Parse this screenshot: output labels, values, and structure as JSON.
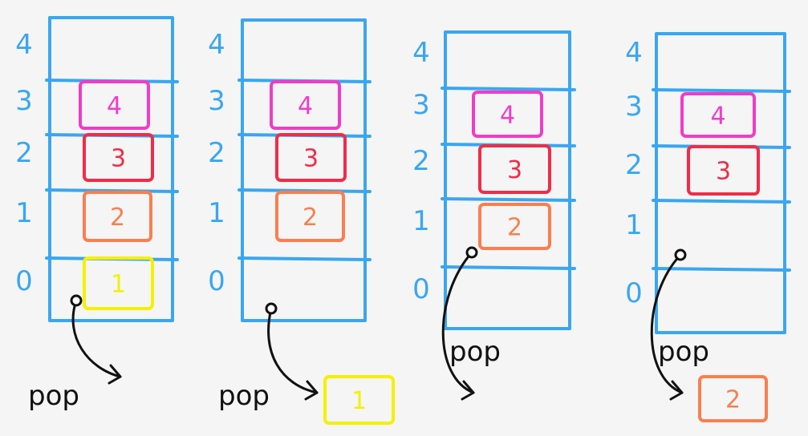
{
  "colors": {
    "stack": "#3aa6f0",
    "v4": "#f03cc8",
    "v3": "#f02c48",
    "v2": "#fa7e50",
    "v1": "#f4f000",
    "pointer": "#111111",
    "background": "#f5f5f5"
  },
  "pop_label": "pop",
  "panels": [
    {
      "indices": [
        "4",
        "3",
        "2",
        "1",
        "0"
      ],
      "items": [
        "4",
        "3",
        "2",
        "1"
      ],
      "popped": null,
      "pointer_index": "0"
    },
    {
      "indices": [
        "4",
        "3",
        "2",
        "1",
        "0"
      ],
      "items": [
        "4",
        "3",
        "2"
      ],
      "popped": "1",
      "pointer_index": "0"
    },
    {
      "indices": [
        "4",
        "3",
        "2",
        "1",
        "0"
      ],
      "items": [
        "4",
        "3",
        "2"
      ],
      "popped": null,
      "pointer_index": "1"
    },
    {
      "indices": [
        "4",
        "3",
        "2",
        "1",
        "0"
      ],
      "items": [
        "4",
        "3"
      ],
      "popped": "2",
      "pointer_index": "1"
    }
  ]
}
